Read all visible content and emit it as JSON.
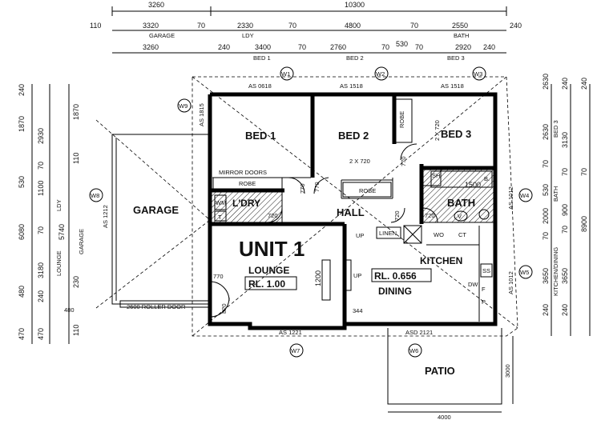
{
  "top_dims": {
    "row1": [
      "3260",
      "10300"
    ],
    "row2": [
      "110",
      "3320",
      "70",
      "2330",
      "70",
      "4800",
      "70",
      "2550",
      "240"
    ],
    "row2_labels": [
      "GARAGE",
      "LDY",
      "BATH"
    ],
    "row3": [
      "3260",
      "240",
      "3400",
      "70",
      "2760",
      "70",
      "530",
      "70",
      "2920",
      "240"
    ],
    "row3_labels": [
      "BED 1",
      "BED 2",
      "BED 3"
    ]
  },
  "left_dims": {
    "outer": [
      "240",
      "1870",
      "530",
      "6080",
      "480",
      "470"
    ],
    "mid": [
      "2930",
      "70",
      "1100",
      "70",
      "5740",
      "3180",
      "240",
      "470"
    ],
    "inner": [
      "1870",
      "110",
      "230",
      "110"
    ],
    "labels": [
      "LDY",
      "GARAGE",
      "LOUNGE"
    ]
  },
  "right_dims": {
    "outer": [
      "240",
      "8900",
      "70"
    ],
    "mid": [
      "240",
      "3130",
      "70",
      "900",
      "70",
      "3650",
      "240"
    ],
    "inner": [
      "2630",
      "70",
      "530",
      "2000",
      "70",
      "3650",
      "240"
    ],
    "labels": [
      "BED 3",
      "BATH",
      "KITCHEN/DINING"
    ]
  },
  "windows": [
    "W1",
    "W2",
    "W3",
    "W4",
    "W5",
    "W6",
    "W7",
    "W8",
    "W9"
  ],
  "window_specs": [
    "AS 0618",
    "AS 1518",
    "AS 1518",
    "AS 1815",
    "AS 1212",
    "AS 1012",
    "AS 1012",
    "AS 1221",
    "ASD 2121"
  ],
  "rooms": {
    "bed1": "BED 1",
    "bed2": "BED 2",
    "bed3": "BED 3",
    "garage": "GARAGE",
    "ldry": "L'DRY",
    "bath": "BATH",
    "hall": "HALL",
    "lounge": "LOUNGE",
    "kitchen": "KITCHEN",
    "dining": "DINING",
    "patio": "PATIO"
  },
  "unit_title": "UNIT 1",
  "levels": {
    "lounge": "RL. 1.00",
    "dining": "RL. 0.656"
  },
  "fixtures": {
    "mirror": "MIRROR DOORS",
    "robe": "ROBE",
    "robe2": "2 X 720",
    "robe3": "2 X 720",
    "linen": "LINEN",
    "roller": "2600 ROLLER DOOR",
    "wm": "WM",
    "t": "T",
    "sh": "SH",
    "b": "B.",
    "bath_len": "1500",
    "up": "UP",
    "wo": "WO",
    "ct": "CT",
    "ss": "SS",
    "dw": "DW",
    "f": "F",
    "p": "P",
    "v": "V"
  },
  "door_dims": [
    "770",
    "770",
    "770",
    "720",
    "720",
    "770",
    "1200",
    "820",
    "344"
  ],
  "patio_dims": [
    "4000",
    "3000"
  ],
  "left_outer_extra": "480"
}
